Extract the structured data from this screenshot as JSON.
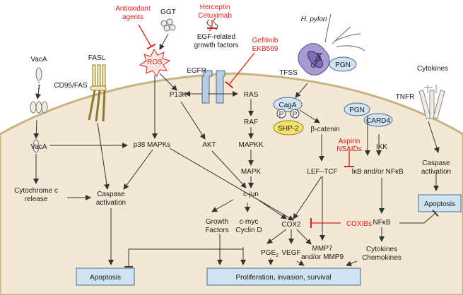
{
  "colors": {
    "cell": "#f3e8d4",
    "membrane": "#d9c49a",
    "inhibitor": "#d42020",
    "outcome_box": "#cfe3f3",
    "arrow": "#333333"
  },
  "inhibitors": {
    "antioxidant_1": "Antioxidant",
    "antioxidant_2": "agents",
    "herceptin": "Herceptin",
    "cetuximab": "Cetuximab",
    "gefitinib": "Gefitinib",
    "ekb569": "EKB569",
    "aspirin": "Aspirin",
    "nsaids": "NSAIDs",
    "coxibs": "COXIBs"
  },
  "extracellular": {
    "ggt": "GGT",
    "ros": "ROS",
    "egf_1": "EGF-related",
    "egf_2": "growth factors",
    "h_pylori": "H. pylori",
    "caga_ext": "CagA",
    "pgn_ext": "PGN",
    "vaca": "VacA",
    "fasl": "FASL",
    "cd95": "CD95/FAS",
    "egfr": "EGFR",
    "tfss": "TFSS",
    "cytokines": "Cytokines",
    "tnfr": "TNFR"
  },
  "intracellular": {
    "p13k": "P13K",
    "ras": "RAS",
    "raf": "RAF",
    "mapkk": "MAPKK",
    "mapk": "MAPK",
    "akt": "AKT",
    "p38": "p38 MAPKs",
    "vaca_in": "VacA",
    "caga_in": "CagA",
    "p": "P",
    "shp2": "SHP-2",
    "beta_catenin": "β-catenin",
    "lef_tcf": "LEF–TCF",
    "pgn_in": "PGN",
    "card4": "CARD4",
    "ikk": "IKK",
    "ikb": "IκB and/or NFκB",
    "cyto_c_1": "Cytochrome c",
    "cyto_c_2": "release",
    "casp_1": "Caspase",
    "casp_2": "activation",
    "cjun": "c-jun",
    "gf_1": "Growth",
    "gf_2": "Factors",
    "cmyc_1": "c-myc",
    "cmyc_2": "Cyclin D",
    "cox2": "COX2",
    "nfkb": "NFκB",
    "pge": "PGE",
    "pge_sub": "2",
    "vegf": "VEGF",
    "mmp_1": "MMP7",
    "mmp_2": "and/or MMP9",
    "chemo_1": "Cytokines",
    "chemo_2": "Chemokines",
    "casp_r_1": "Caspase",
    "casp_r_2": "activation"
  },
  "outcomes": {
    "apoptosis_left": "Apoptosis",
    "apoptosis_right": "Apoptosis",
    "proliferation": "Proliferation, invasion, survival"
  }
}
